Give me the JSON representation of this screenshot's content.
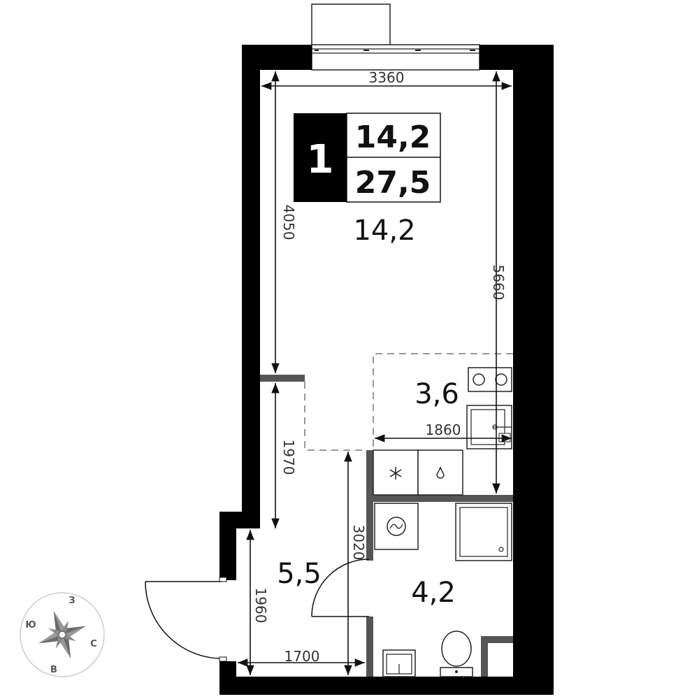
{
  "badge": {
    "rooms": "1",
    "living_area": "14,2",
    "total_area": "27,5"
  },
  "rooms": {
    "main_room": "14,2",
    "kitchen": "3,6",
    "hallway": "5,5",
    "bathroom": "4,2"
  },
  "dimensions": {
    "top_width": "3360",
    "room_depth_left": "4050",
    "right_depth": "5660",
    "kitchen_width": "1860",
    "hall_upper": "1970",
    "bath_depth": "3020",
    "hall_lower": "1960",
    "hall_width": "1700"
  },
  "compass": {
    "north": "З",
    "east": "С",
    "south": "В",
    "west": "Ю"
  },
  "colors": {
    "wall": "#000000",
    "partition": "#555555",
    "line": "#111111"
  }
}
